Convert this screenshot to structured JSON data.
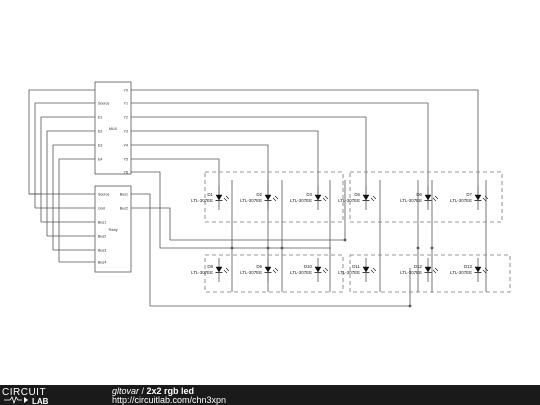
{
  "schematic": {
    "chip_top": {
      "name": "MUX",
      "left_pins": [
        "Source",
        "E1",
        "E2",
        "E3",
        "E4"
      ],
      "right_pins": [
        "Y0",
        "Y1",
        "Y2",
        "Y3",
        "Y4",
        "Y5",
        "Y6"
      ]
    },
    "chip_bottom": {
      "name": "Tiwhy",
      "left_pins": [
        "Source",
        "Gnd",
        "Bus1",
        "Bus2",
        "Bus3",
        "Bus4"
      ],
      "right_pins": [
        "Bus1",
        "Bus2"
      ]
    },
    "leds": [
      {
        "ref": "D1",
        "part": "LTL-307EE"
      },
      {
        "ref": "D2",
        "part": "LTL-307EE"
      },
      {
        "ref": "D3",
        "part": "LTL-307EE"
      },
      {
        "ref": "D5",
        "part": "LTL-307EE"
      },
      {
        "ref": "D6",
        "part": "LTL-307EE"
      },
      {
        "ref": "D7",
        "part": "LTL-307EE"
      },
      {
        "ref": "D8",
        "part": "LTL-307EE"
      },
      {
        "ref": "D9",
        "part": "LTL-307EE"
      },
      {
        "ref": "D10",
        "part": "LTL-307EE"
      },
      {
        "ref": "D11",
        "part": "LTL-307EE"
      },
      {
        "ref": "D12",
        "part": "LTL-307EE"
      },
      {
        "ref": "D13",
        "part": "LTL-307EE"
      }
    ]
  },
  "footer": {
    "logo_top": "CIRCUIT",
    "logo_bottom": "LAB",
    "author": "gltovar",
    "separator": " / ",
    "title": "2x2 rgb led",
    "url": "http://circuitlab.com/chn3xpn"
  },
  "colors": {
    "wire": "#555555",
    "group_box": "#777777",
    "footer_bg": "#1a1a1a",
    "footer_text": "#ffffff"
  }
}
